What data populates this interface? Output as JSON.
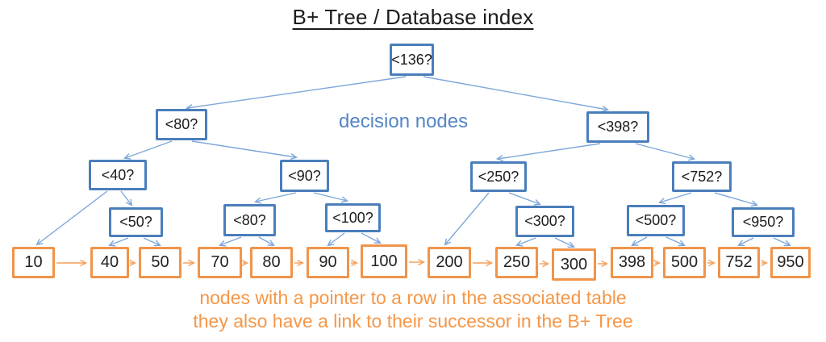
{
  "title": "B+ Tree / Database index",
  "labels": {
    "decision_nodes_annotation": "decision nodes",
    "leaf_caption_line1": "nodes with a pointer to a row in the associated table",
    "leaf_caption_line2": "they also have a link to their successor in the B+ Tree"
  },
  "colors": {
    "decision_node_border": "#4a7ebb",
    "tree_edge_blue": "#7da7d9",
    "decision_annotation_text": "#5585c5",
    "leaf_node_border": "#f0944a",
    "leaf_chain_arrow": "#f5a05a",
    "leaf_caption_text": "#f79646",
    "node_text": "#1c1c1c"
  },
  "tree": {
    "decision_nodes": [
      {
        "label": "<136?"
      },
      {
        "label": "<80?"
      },
      {
        "label": "<398?"
      },
      {
        "label": "<40?"
      },
      {
        "label": "<90?"
      },
      {
        "label": "<250?"
      },
      {
        "label": "<752?"
      },
      {
        "label": "<50?"
      },
      {
        "label": "<80?"
      },
      {
        "label": "<100?"
      },
      {
        "label": "<300?"
      },
      {
        "label": "<500?"
      },
      {
        "label": "<950?"
      }
    ],
    "leaf_nodes": [
      {
        "label": "10"
      },
      {
        "label": "40"
      },
      {
        "label": "50"
      },
      {
        "label": "70"
      },
      {
        "label": "80"
      },
      {
        "label": "90"
      },
      {
        "label": "100"
      },
      {
        "label": "200"
      },
      {
        "label": "250"
      },
      {
        "label": "300"
      },
      {
        "label": "398"
      },
      {
        "label": "500"
      },
      {
        "label": "752"
      },
      {
        "label": "950"
      }
    ]
  }
}
